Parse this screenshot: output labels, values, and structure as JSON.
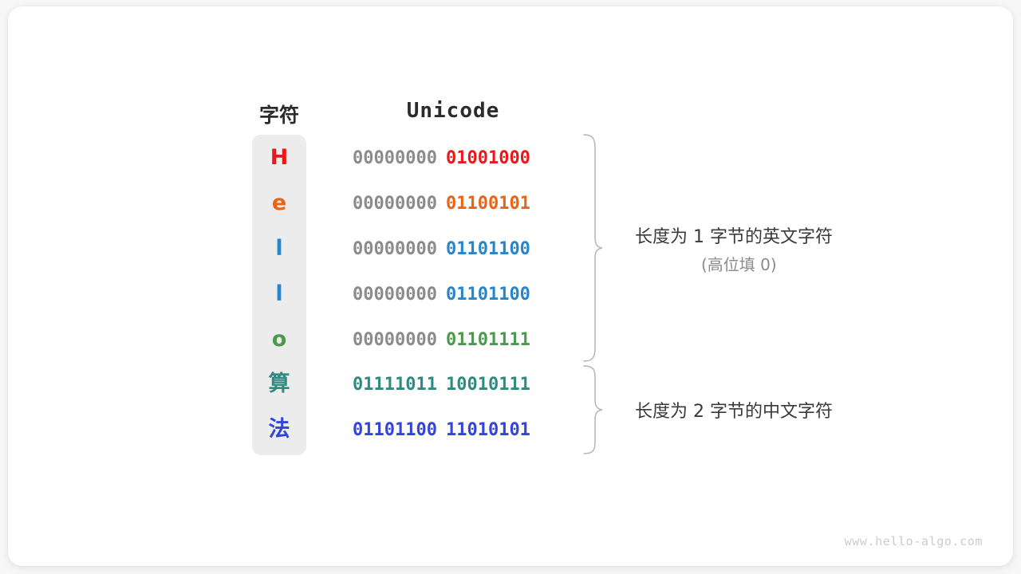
{
  "figure": {
    "watermark": "www.hello-algo.com",
    "background_color": "#f7f7f7",
    "card_color": "#ffffff",
    "char_panel_color": "#ececec",
    "high_byte_color": "#8b8b8b",
    "brace_color": "#b5b5b5"
  },
  "headers": {
    "character": "字符",
    "unicode": "Unicode"
  },
  "rows": [
    {
      "char": "H",
      "color": "#e8191a",
      "high": "00000000",
      "low": "01001000",
      "low_color": "#e8191a",
      "high_color": "#8b8b8b"
    },
    {
      "char": "e",
      "color": "#ec6413",
      "high": "00000000",
      "low": "01100101",
      "low_color": "#ec6413",
      "high_color": "#8b8b8b"
    },
    {
      "char": "l",
      "color": "#2685cb",
      "high": "00000000",
      "low": "01101100",
      "low_color": "#2685cb",
      "high_color": "#8b8b8b"
    },
    {
      "char": "l",
      "color": "#2685cb",
      "high": "00000000",
      "low": "01101100",
      "low_color": "#2685cb",
      "high_color": "#8b8b8b"
    },
    {
      "char": "o",
      "color": "#4a9a4a",
      "high": "00000000",
      "low": "01101111",
      "low_color": "#4a9a4a",
      "high_color": "#8b8b8b"
    },
    {
      "char": "算",
      "color": "#2e8b80",
      "high": "01111011",
      "low": "10010111",
      "low_color": "#2e8b80",
      "high_color": "#2e8b80"
    },
    {
      "char": "法",
      "color": "#3344dd",
      "high": "01101100",
      "low": "11010101",
      "low_color": "#3344dd",
      "high_color": "#3344dd"
    }
  ],
  "annotations": {
    "group1": {
      "title": "长度为 1 字节的英文字符",
      "subtitle": "(高位填 0)"
    },
    "group2": {
      "title": "长度为 2 字节的中文字符",
      "subtitle": ""
    }
  }
}
